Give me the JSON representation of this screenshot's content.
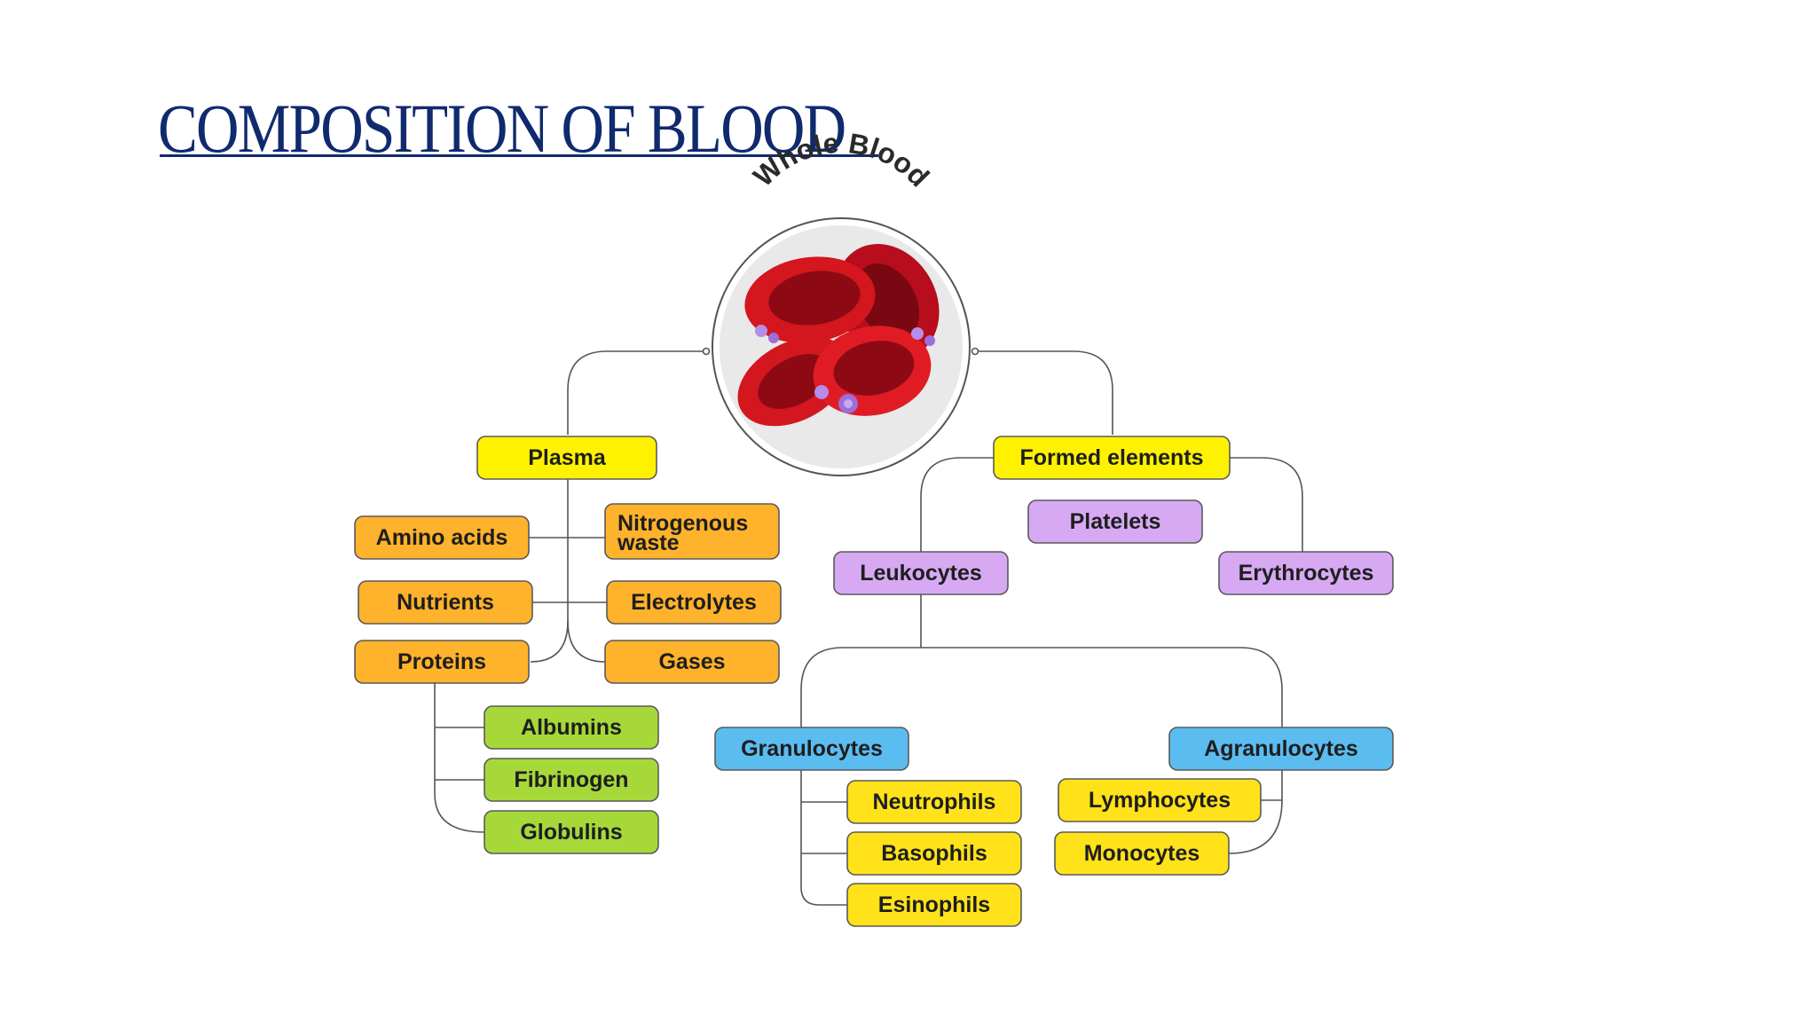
{
  "slide": {
    "title": "COMPOSITION OF BLOOD",
    "colors": {
      "title": "#102a6e",
      "connector": "#555555",
      "node_border": "#5a5a5a"
    }
  },
  "diagram": {
    "root": {
      "label": "Whole Blood",
      "icon": "red-blood-cells-icon"
    },
    "palette": {
      "yellow": "#fff200",
      "orange": "#ffb22b",
      "green": "#a6d83a",
      "purple": "#d6a9f2",
      "blue": "#5bbcf0",
      "gold": "#ffe21a"
    },
    "nodes": {
      "plasma": "Plasma",
      "formed_elements": "Formed elements",
      "amino_acids": "Amino acids",
      "nitrogenous_waste": [
        "Nitrogenous",
        "waste"
      ],
      "nutrients": "Nutrients",
      "electrolytes": "Electrolytes",
      "proteins": "Proteins",
      "gases": "Gases",
      "albumins": "Albumins",
      "fibrinogen": "Fibrinogen",
      "globulins": "Globulins",
      "platelets": "Platelets",
      "leukocytes": "Leukocytes",
      "erythrocytes": "Erythrocytes",
      "granulocytes": "Granulocytes",
      "agranulocytes": "Agranulocytes",
      "neutrophils": "Neutrophils",
      "basophils": "Basophils",
      "esinophils": "Esinophils",
      "lymphocytes": "Lymphocytes",
      "monocytes": "Monocytes"
    }
  }
}
